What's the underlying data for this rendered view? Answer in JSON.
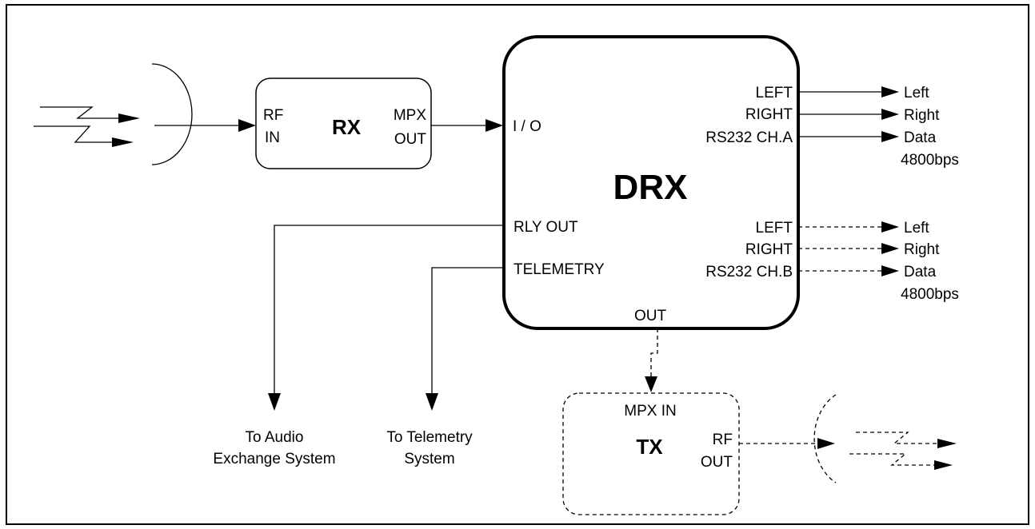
{
  "rx": {
    "label": "RX",
    "input_top": "RF",
    "input_bottom": "IN",
    "output_top": "MPX",
    "output_bottom": "OUT"
  },
  "drx": {
    "label": "DRX",
    "input": "I / O",
    "out_group_a": [
      "LEFT",
      "RIGHT",
      "RS232 CH.A"
    ],
    "out_group_b": [
      "LEFT",
      "RIGHT",
      "RS232 CH.B"
    ],
    "relay": "RLY OUT",
    "telemetry": "TELEMETRY",
    "bottom_out": "OUT"
  },
  "outputs_a": {
    "left": "Left",
    "right": "Right",
    "data": "Data",
    "rate": "4800bps"
  },
  "outputs_b": {
    "left": "Left",
    "right": "Right",
    "data": "Data",
    "rate": "4800bps"
  },
  "tx": {
    "label": "TX",
    "input": "MPX IN",
    "output_top": "RF",
    "output_bottom": "OUT"
  },
  "destinations": {
    "audio_line1": "To Audio",
    "audio_line2": "Exchange System",
    "telemetry_line1": "To Telemetry",
    "telemetry_line2": "System"
  }
}
